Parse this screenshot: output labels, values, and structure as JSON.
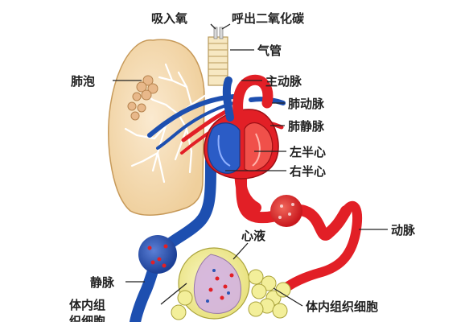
{
  "labels": {
    "inhale_oxygen": "吸入氧",
    "exhale_co2": "呼出二氧化碳",
    "trachea": "气管",
    "alveoli": "肺泡",
    "aorta": "主动脉",
    "pulmonary_artery": "肺动脉",
    "pulmonary_vein": "肺静脉",
    "left_heart": "左半心",
    "right_heart": "右半心",
    "artery": "动脉",
    "tissue_fluid": "心液",
    "vein": "静脉",
    "body_tissue_fluid": "体内组",
    "body_tissue_fluid_cut": "织细胞",
    "body_tissue_cells": "体内组织细胞"
  },
  "colors": {
    "artery": "#e21f26",
    "vein": "#1d4fb0",
    "lung_fill": "#f6dcb0",
    "lung_outline": "#c79a5a",
    "trachea": "#f7e8c2",
    "cell_fill": "#f3ef9a",
    "label_text": "#222222",
    "leader_line": "#222222"
  }
}
